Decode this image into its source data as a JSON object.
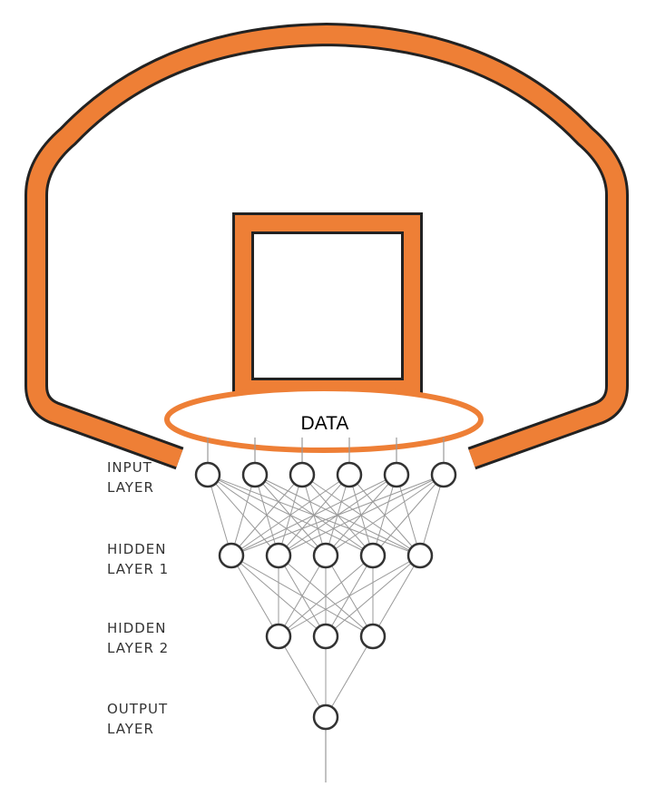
{
  "diagram": {
    "center_label": "DATA",
    "colors": {
      "orange": "#ee7f36",
      "outline": "#222222",
      "node_stroke": "#333333",
      "edge": "#999999"
    },
    "layers": [
      {
        "line1": "INPUT",
        "line2": "LAYER",
        "node_count": 6
      },
      {
        "line1": "HIDDEN",
        "line2": "LAYER 1",
        "node_count": 5
      },
      {
        "line1": "HIDDEN",
        "line2": "LAYER 2",
        "node_count": 3
      },
      {
        "line1": "OUTPUT",
        "line2": "LAYER",
        "node_count": 1
      }
    ]
  }
}
